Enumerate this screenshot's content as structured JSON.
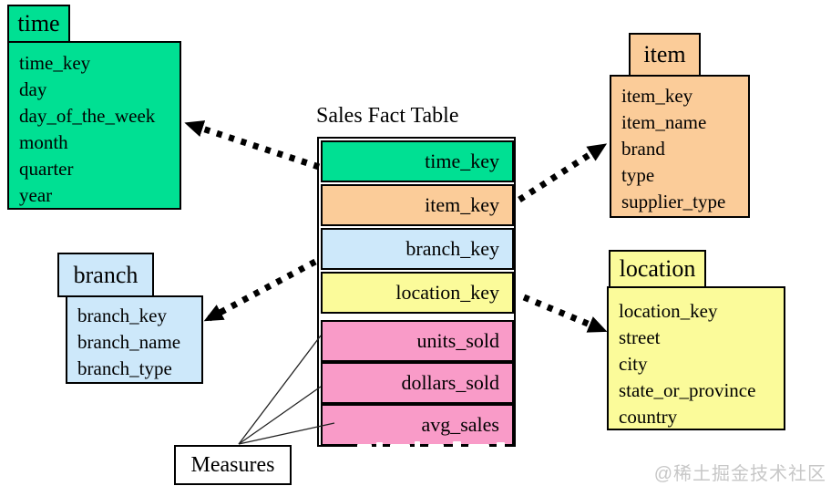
{
  "fact_table": {
    "title": "Sales Fact Table",
    "rows": [
      {
        "label": "time_key",
        "color": "#00E093"
      },
      {
        "label": "item_key",
        "color": "#FBCC99"
      },
      {
        "label": "branch_key",
        "color": "#CDE8FA"
      },
      {
        "label": "location_key",
        "color": "#FBFB9A"
      },
      {
        "label": "units_sold",
        "color": "#F99BC8"
      },
      {
        "label": "dollars_sold",
        "color": "#F99BC8"
      },
      {
        "label": "avg_sales",
        "color": "#F99BC8"
      }
    ]
  },
  "dimensions": {
    "time": {
      "name": "time",
      "color": "#00E093",
      "fields": [
        "time_key",
        "day",
        "day_of_the_week",
        "month",
        "quarter",
        "year"
      ]
    },
    "item": {
      "name": "item",
      "color": "#FBCC99",
      "fields": [
        "item_key",
        "item_name",
        "brand",
        "type",
        "supplier_type"
      ]
    },
    "branch": {
      "name": "branch",
      "color": "#CDE8FA",
      "fields": [
        "branch_key",
        "branch_name",
        "branch_type"
      ]
    },
    "location": {
      "name": "location",
      "color": "#FBFB9A",
      "fields": [
        "location_key",
        "street",
        "city",
        "state_or_province",
        "country"
      ]
    }
  },
  "measures_label": "Measures",
  "watermark": "@稀土掘金技术社区",
  "watermark_color": "#C7C7C7",
  "connector_color": "#000000"
}
